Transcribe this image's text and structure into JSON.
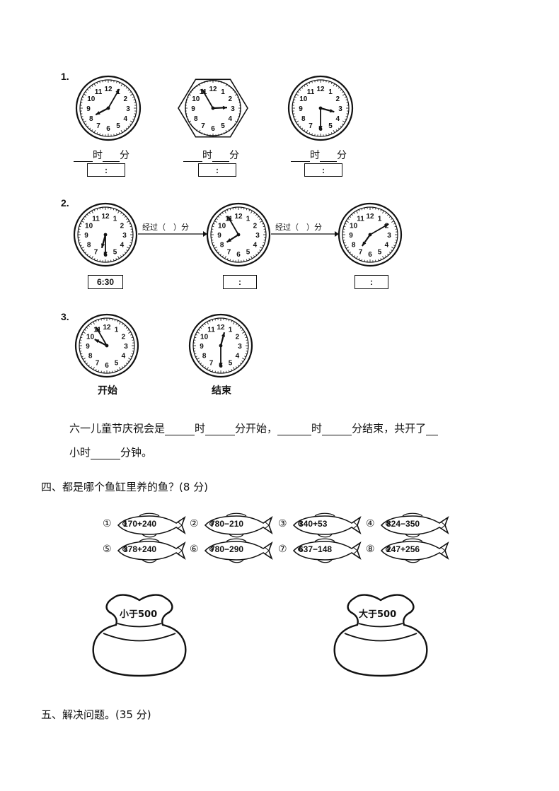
{
  "q1": {
    "number": "1.",
    "hour_label": "时",
    "minute_label": "分",
    "box_text": ":",
    "clocks": [
      {
        "shape": "circle",
        "hour": 8,
        "minute": 5
      },
      {
        "shape": "hexagon",
        "hour": 2,
        "minute": 55
      },
      {
        "shape": "circle",
        "hour": 3,
        "minute": 30
      }
    ]
  },
  "q2": {
    "number": "2.",
    "arrow_label": "经过（　）分",
    "clocks": [
      {
        "hour": 6,
        "minute": 30,
        "box": "6:30"
      },
      {
        "hour": 7,
        "minute": 55,
        "box": ":"
      },
      {
        "hour": 7,
        "minute": 10,
        "box": ":"
      }
    ]
  },
  "q3": {
    "number": "3.",
    "clocks": [
      {
        "hour": 9,
        "minute": 55,
        "caption": "开始"
      },
      {
        "hour": 12,
        "minute": 30,
        "caption": "结束"
      }
    ],
    "sentence_line1": {
      "p1": "六一儿童节庆祝会是",
      "p2": "时",
      "p3": "分开始，",
      "p4": "时",
      "p5": "分结束，共开了"
    },
    "sentence_line2": {
      "p1": "小时",
      "p2": "分钟。"
    }
  },
  "section4": {
    "title": "四、都是哪个鱼缸里养的鱼？(8 分)",
    "fish": [
      {
        "num": "①",
        "expr": "170+240"
      },
      {
        "num": "②",
        "expr": "780−210"
      },
      {
        "num": "③",
        "expr": "340+53"
      },
      {
        "num": "④",
        "expr": "824−350"
      },
      {
        "num": "⑤",
        "expr": "378+240"
      },
      {
        "num": "⑥",
        "expr": "780−290"
      },
      {
        "num": "⑦",
        "expr": "637−148"
      },
      {
        "num": "⑧",
        "expr": "247+256"
      }
    ],
    "bowl_left": "小于500",
    "bowl_right": "大于500"
  },
  "section5": {
    "title": "五、解决问题。(35 分)"
  }
}
